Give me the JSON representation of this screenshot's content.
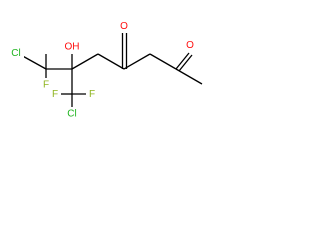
{
  "molecule": {
    "atoms": [
      {
        "id": "Cl1",
        "symbol": "Cl",
        "label": "Cl",
        "color": "#1fb41f"
      },
      {
        "id": "F1",
        "symbol": "F",
        "label": "F",
        "color": "#8fb41f"
      },
      {
        "id": "O1",
        "symbol": "O",
        "label": "OH",
        "color": "#ff0d0d"
      },
      {
        "id": "F2",
        "symbol": "F",
        "label": "F",
        "color": "#8fb41f"
      },
      {
        "id": "F3",
        "symbol": "F",
        "label": "F",
        "color": "#8fb41f"
      },
      {
        "id": "Cl2",
        "symbol": "Cl",
        "label": "Cl",
        "color": "#1fb41f"
      },
      {
        "id": "O2",
        "symbol": "O",
        "label": "O",
        "color": "#ff0d0d"
      },
      {
        "id": "O3",
        "symbol": "O",
        "label": "O",
        "color": "#ff0d0d"
      }
    ],
    "bond_color": "#000000"
  }
}
